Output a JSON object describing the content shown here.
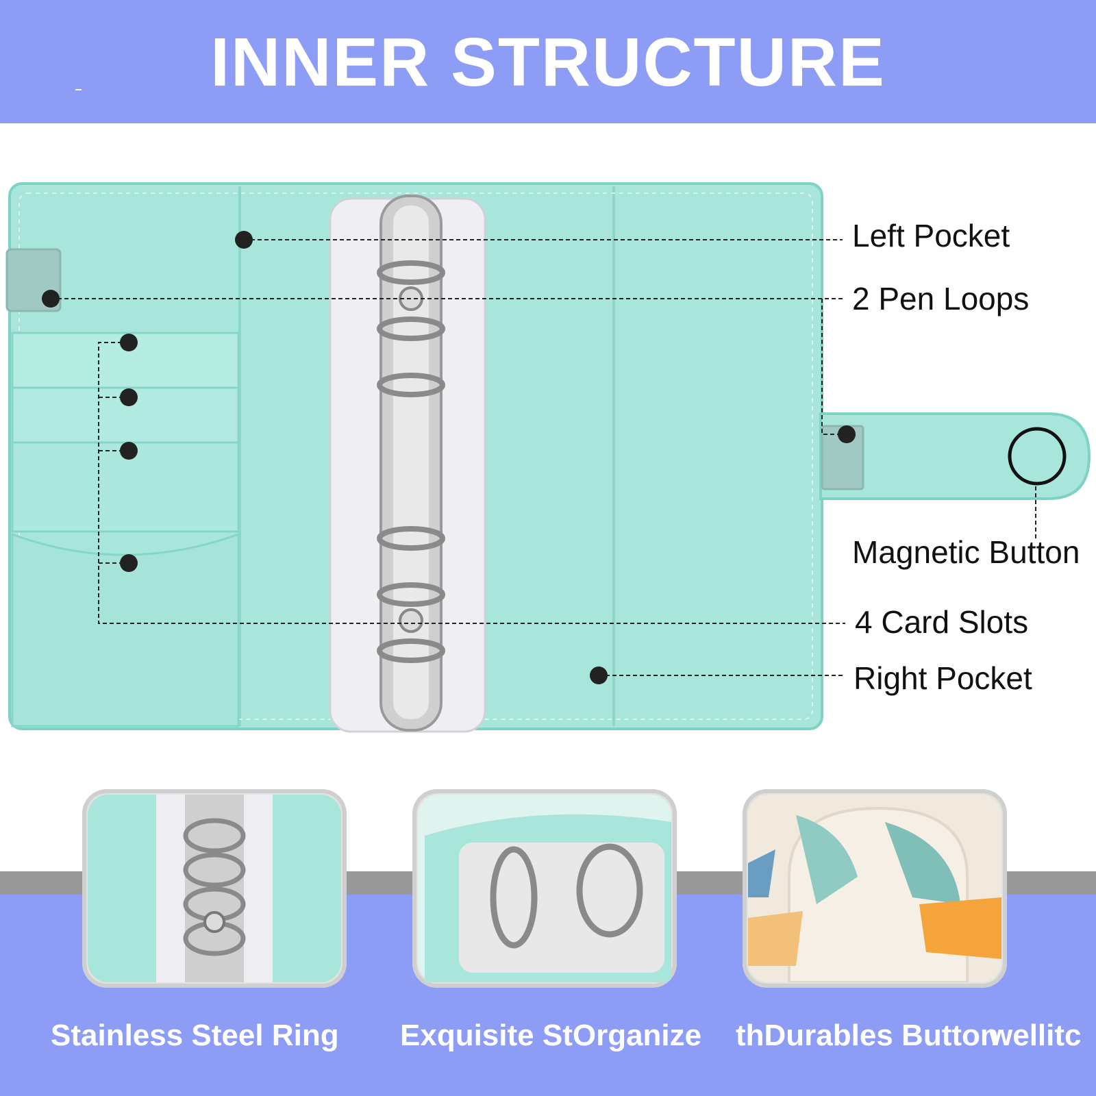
{
  "header": {
    "title": "INNER STRUCTURE"
  },
  "callouts": {
    "left_pocket": "Left Pocket",
    "pen_loops": "2 Pen Loops",
    "magnetic_button": "Magnetic Button",
    "card_slots": "4 Card Slots",
    "right_pocket": "Right Pocket"
  },
  "captions": {
    "ring": "Stainless Steel Ring",
    "storage": "Exquisite StOrganize",
    "overlap": "thDurables Button",
    "tail": "wellitc"
  },
  "colors": {
    "banner": "#8d9cf5",
    "binder_mint": "#a8e6dc",
    "binder_edge": "#7fd3c5",
    "leader_line": "#222222"
  },
  "icons": {
    "callout_dot": "callout-dot-icon",
    "magnet": "magnetic-button-icon"
  }
}
